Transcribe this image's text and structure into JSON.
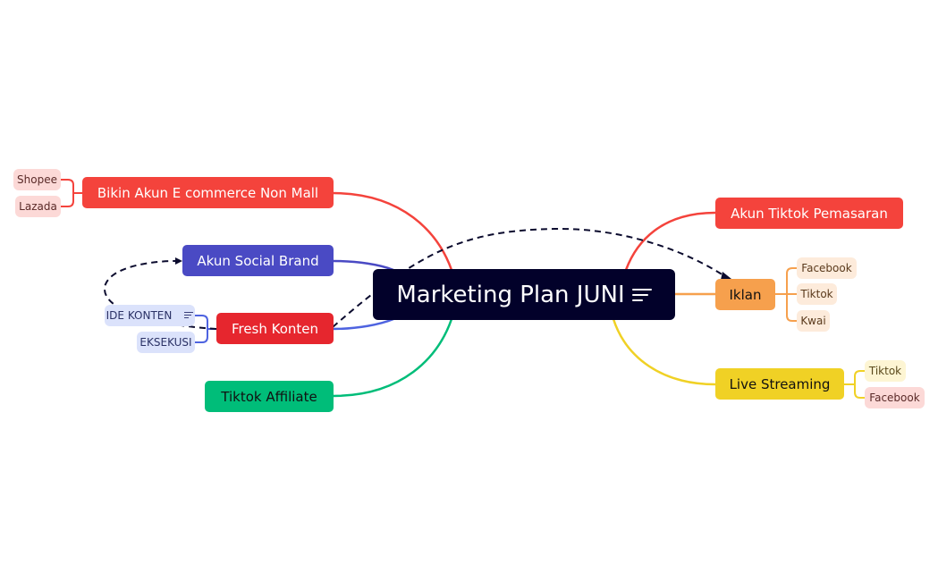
{
  "root": {
    "label": "Marketing Plan JUNI",
    "icon": "notes-icon",
    "color": "#02012a"
  },
  "branches": [
    {
      "label": "Bikin Akun E commerce Non Mall",
      "color": "#f4433c",
      "text_color": "#ffffff",
      "children": [
        {
          "label": "Shopee",
          "bg": "#fcd9d7",
          "text_color": "#5a2a28"
        },
        {
          "label": "Lazada",
          "bg": "#fcd9d7",
          "text_color": "#5a2a28"
        }
      ]
    },
    {
      "label": "Akun Social Brand",
      "color": "#4a4ac4",
      "text_color": "#ffffff",
      "children": []
    },
    {
      "label": "Fresh Konten",
      "color": "#e6262e",
      "text_color": "#ffffff",
      "children": [
        {
          "label": "IDE KONTEN",
          "bg": "#dbe2fb",
          "text_color": "#2b3266",
          "icon": "notes-icon"
        },
        {
          "label": "EKSEKUSI",
          "bg": "#dbe2fb",
          "text_color": "#2b3266"
        }
      ]
    },
    {
      "label": "Tiktok Affiliate",
      "color": "#00bd79",
      "text_color": "#111111",
      "children": []
    },
    {
      "label": "Akun Tiktok Pemasaran",
      "color": "#f4433c",
      "text_color": "#ffffff",
      "children": []
    },
    {
      "label": "Iklan",
      "color": "#f6a04d",
      "text_color": "#111111",
      "children": [
        {
          "label": "Facebook",
          "bg": "#fdebdb",
          "text_color": "#5a3a1c"
        },
        {
          "label": "Tiktok",
          "bg": "#fdebdb",
          "text_color": "#5a3a1c"
        },
        {
          "label": "Kwai",
          "bg": "#fdebdb",
          "text_color": "#5a3a1c"
        }
      ]
    },
    {
      "label": "Live Streaming",
      "color": "#f0d125",
      "text_color": "#111111",
      "children": [
        {
          "label": "Tiktok",
          "bg": "#fdf5d3",
          "text_color": "#5a4a1c"
        },
        {
          "label": "Facebook",
          "bg": "#fcd9d7",
          "text_color": "#5a2a28"
        }
      ]
    }
  ],
  "relationships": [
    {
      "from": "Fresh Konten",
      "to": "Iklan",
      "style": "dashed"
    },
    {
      "from": "Fresh Konten",
      "to": "Akun Social Brand",
      "style": "dashed"
    }
  ]
}
